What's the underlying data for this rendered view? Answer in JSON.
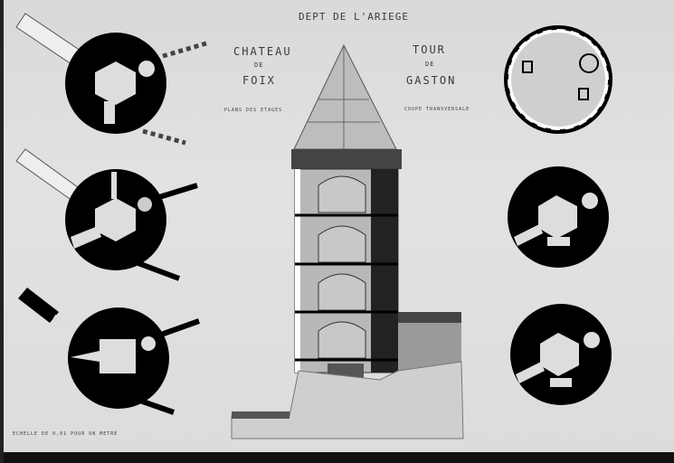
{
  "header": {
    "department": "DEPT DE L'ARIEGE"
  },
  "title_left": {
    "line1": "CHATEAU",
    "line2": "DE",
    "line3": "FOIX",
    "subtitle": "PLANS DES ETAGES"
  },
  "title_right": {
    "line1": "TOUR",
    "line2": "DE",
    "line3": "GASTON",
    "subtitle": "COUPE TRANSVERSALE"
  },
  "scale_caption": "ECHELLE DE 0,01 POUR UN METRE",
  "colors": {
    "paper": "#dedede",
    "ink": "#000000",
    "wash": "#b5b5b5"
  }
}
